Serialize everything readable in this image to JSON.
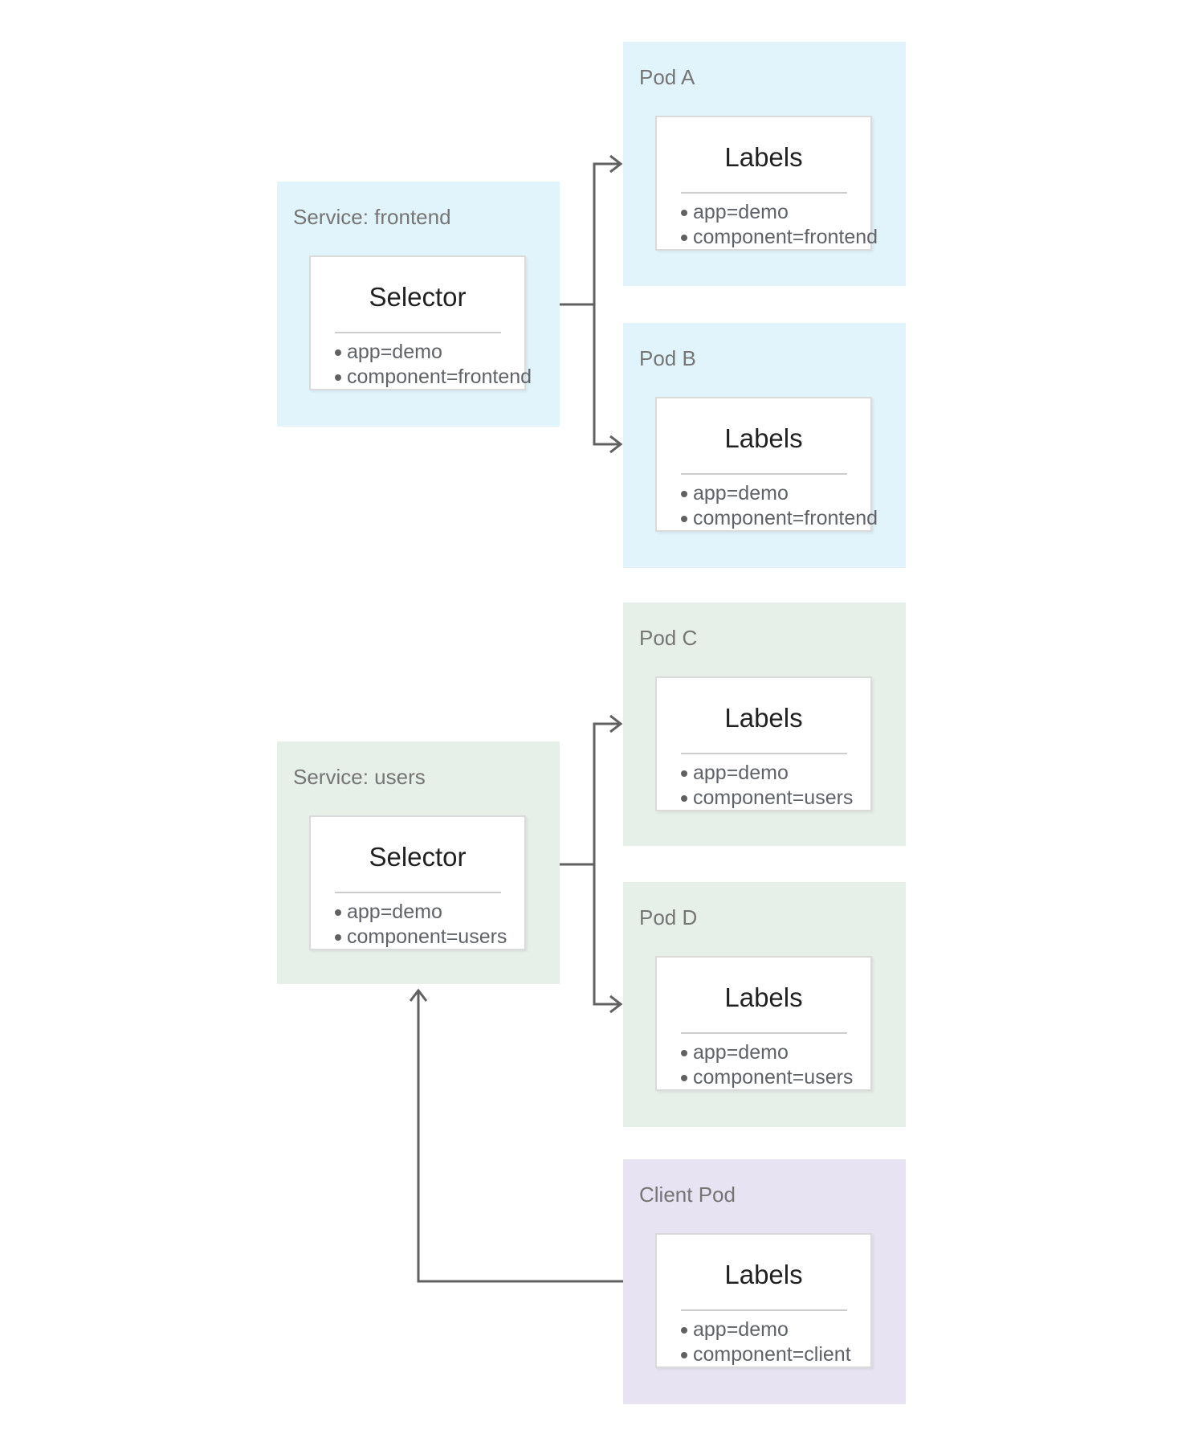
{
  "boxes": [
    {
      "kind": "service",
      "label": "Service: frontend",
      "card_title": "Selector",
      "items": [
        "app=demo",
        "component=frontend"
      ]
    },
    {
      "kind": "pod",
      "label": "Pod A",
      "card_title": "Labels",
      "items": [
        "app=demo",
        "component=frontend"
      ]
    },
    {
      "kind": "pod",
      "label": "Pod B",
      "card_title": "Labels",
      "items": [
        "app=demo",
        "component=frontend"
      ]
    },
    {
      "kind": "service",
      "label": "Service: users",
      "card_title": "Selector",
      "items": [
        "app=demo",
        "component=users"
      ]
    },
    {
      "kind": "pod",
      "label": "Pod C",
      "card_title": "Labels",
      "items": [
        "app=demo",
        "component=users"
      ]
    },
    {
      "kind": "pod",
      "label": "Pod D",
      "card_title": "Labels",
      "items": [
        "app=demo",
        "component=users"
      ]
    },
    {
      "kind": "client-pod",
      "label": "Client Pod",
      "card_title": "Labels",
      "items": [
        "app=demo",
        "component=client"
      ]
    }
  ],
  "colors": {
    "box_blue": "#E1F4FC",
    "box_green": "#E7EFE9",
    "box_purple": "#E8E3F2",
    "card_bg": "#FFFFFF",
    "card_border": "#DADADA",
    "divider": "#CCCCCC",
    "arrow": "#616161",
    "label_text": "#757575",
    "title_text": "#212121",
    "item_text": "#5F6368",
    "bullet": "#616161"
  }
}
